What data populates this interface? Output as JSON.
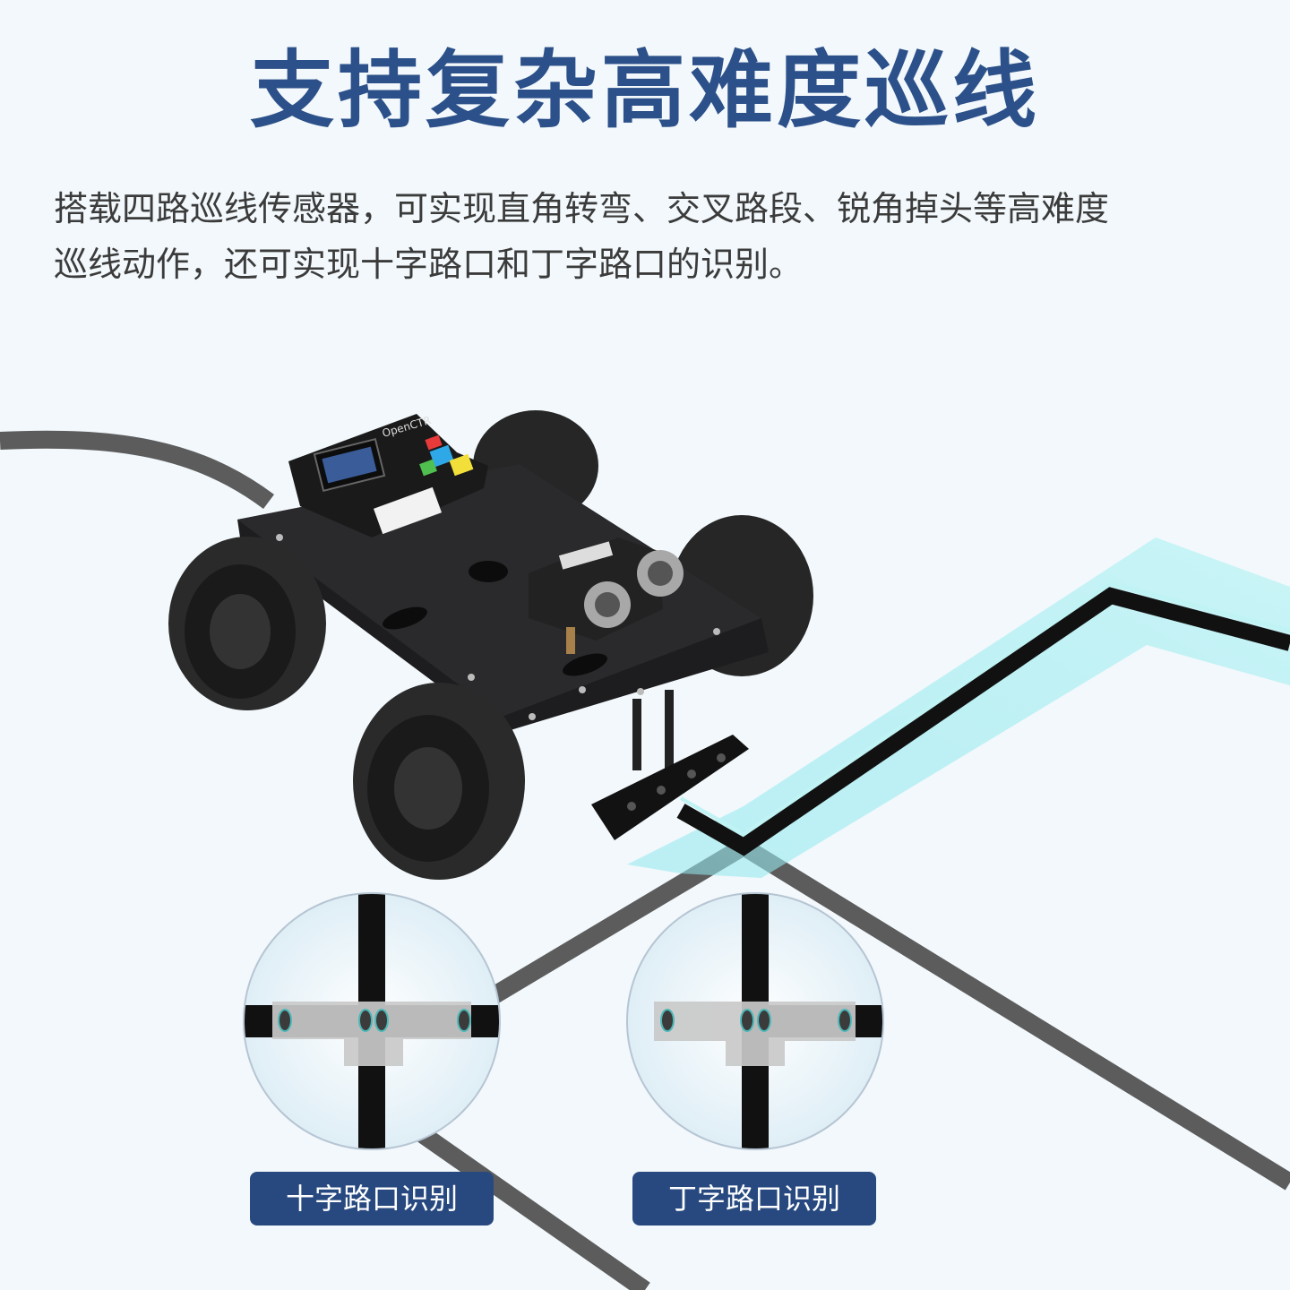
{
  "title": "支持复杂高难度巡线",
  "description": {
    "line1": "搭载四路巡线传感器，可实现直角转弯、交叉路段、锐角掉头等高难度",
    "line2": "巡线动作，还可实现十字路口和丁字路口的识别。"
  },
  "robot_board_label": "OpenCTR",
  "diagrams": [
    {
      "label": "十字路口识别",
      "type": "cross-intersection"
    },
    {
      "label": "丁字路口识别",
      "type": "t-intersection"
    }
  ],
  "colors": {
    "title": "#2c5089",
    "badge": "#27497f",
    "track": "#5a5a5a",
    "highlight": "#8fe8ee",
    "background": "#f2f8fb"
  }
}
